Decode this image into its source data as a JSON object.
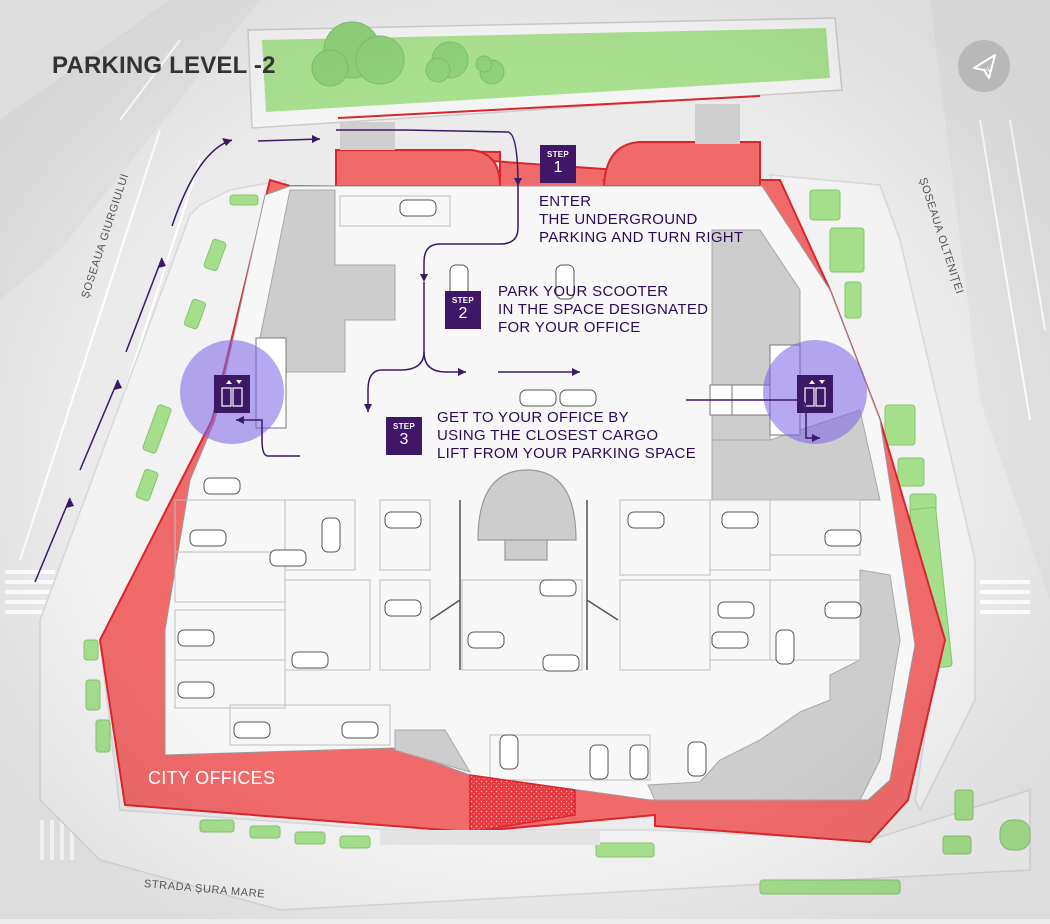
{
  "map": {
    "title": "PARKING LEVEL -2",
    "steps": [
      {
        "badge_word": "STEP",
        "number": "1",
        "lines": [
          "ENTER",
          "THE UNDERGROUND",
          "PARKING AND TURN RIGHT"
        ]
      },
      {
        "badge_word": "STEP",
        "number": "2",
        "lines": [
          "PARK YOUR SCOOTER",
          "IN THE SPACE DESIGNATED",
          "FOR YOUR OFFICE"
        ]
      },
      {
        "badge_word": "STEP",
        "number": "3",
        "lines": [
          "GET TO YOUR OFFICE BY",
          "USING THE CLOSEST CARGO",
          "LIFT FROM YOUR PARKING SPACE"
        ]
      }
    ],
    "streets": {
      "west": "ȘOSEAUA GIURGIULUI",
      "east": "ȘOSEAUA OLTENIȚEI",
      "south": "STRADA ȘURA MARE"
    },
    "zone_label": "CITY OFFICES",
    "colors": {
      "building_red": "#f06a6a",
      "building_outline": "#d9262e",
      "route_purple": "#3b1966",
      "lift_highlight": "#7a63e6",
      "parking_floor": "#f7f7f7",
      "core_gray": "#cfcfcf",
      "greenery": "#9fdc85",
      "sidewalk": "#dedede"
    },
    "icons": [
      "compass-icon",
      "cargo-lift-icon"
    ]
  }
}
